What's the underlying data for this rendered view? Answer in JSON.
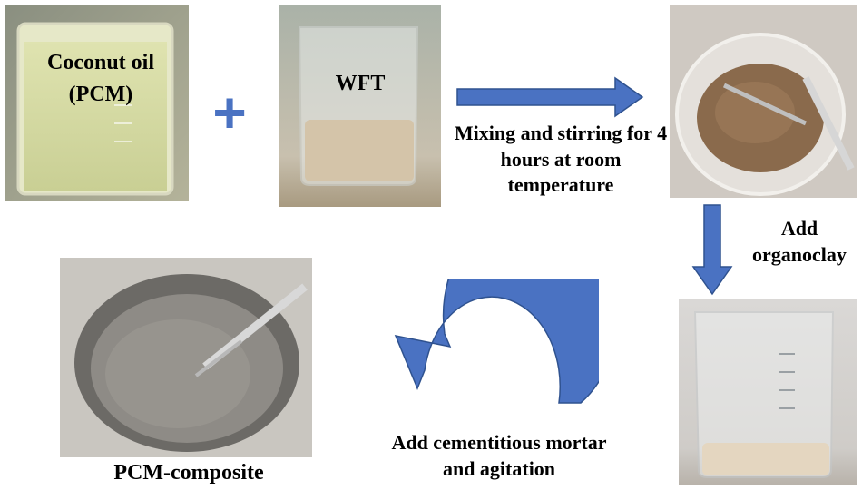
{
  "ingredients": {
    "coconut_oil_label": "Coconut oil (PCM)",
    "plus_symbol": "+",
    "wft_label": "WFT"
  },
  "steps": {
    "mixing": "Mixing and stirring for 4 hours at room temperature",
    "add_organoclay": "Add organoclay",
    "add_mortar": "Add cementitious mortar and agitation"
  },
  "result": {
    "composite_label": "PCM-composite"
  },
  "colors": {
    "arrow_blue": "#4a72c2",
    "arrow_outline": "#2f528f"
  }
}
